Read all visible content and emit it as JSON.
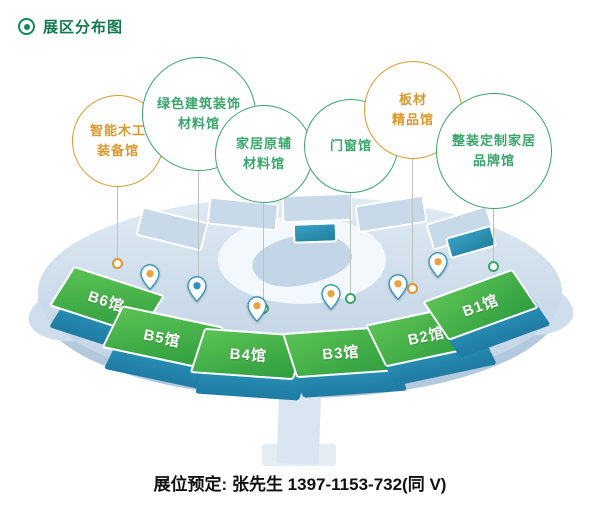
{
  "header": {
    "title": "展区分布图"
  },
  "pavilion_bubbles": [
    {
      "line1": "智能木工",
      "line2": "装备馆",
      "color": "#d9982c"
    },
    {
      "line1": "绿色建筑装饰",
      "line2": "材料馆",
      "color": "#3aa56b"
    },
    {
      "line1": "家居原辅",
      "line2": "材料馆",
      "color": "#3aa56b"
    },
    {
      "line1": "门窗馆",
      "line2": "",
      "color": "#3aa56b"
    },
    {
      "line1": "板材",
      "line2": "精品馆",
      "color": "#d9982c"
    },
    {
      "line1": "整装定制家居",
      "line2": "品牌馆",
      "color": "#3aa56b"
    }
  ],
  "halls": [
    {
      "label": "B6馆"
    },
    {
      "label": "B5馆"
    },
    {
      "label": "B4馆"
    },
    {
      "label": "B3馆"
    },
    {
      "label": "B2馆"
    },
    {
      "label": "B1馆"
    }
  ],
  "footer": {
    "label": "展位预定:",
    "contact": "张先生 1397-1153-732(同 V)"
  },
  "colors": {
    "accent_green": "#117a4b",
    "bubble_green": "#3aa56b",
    "bubble_orange": "#d9982c",
    "roof_green": "#3cab42",
    "building_teal": "#2a8fb5",
    "pin_body": "#ffffff",
    "pin_stroke": "#2e93b8",
    "pin_dot": "#e8a33d"
  },
  "icons": {
    "header_bullet": "target-dot-icon",
    "map_pin": "location-pin-icon"
  }
}
